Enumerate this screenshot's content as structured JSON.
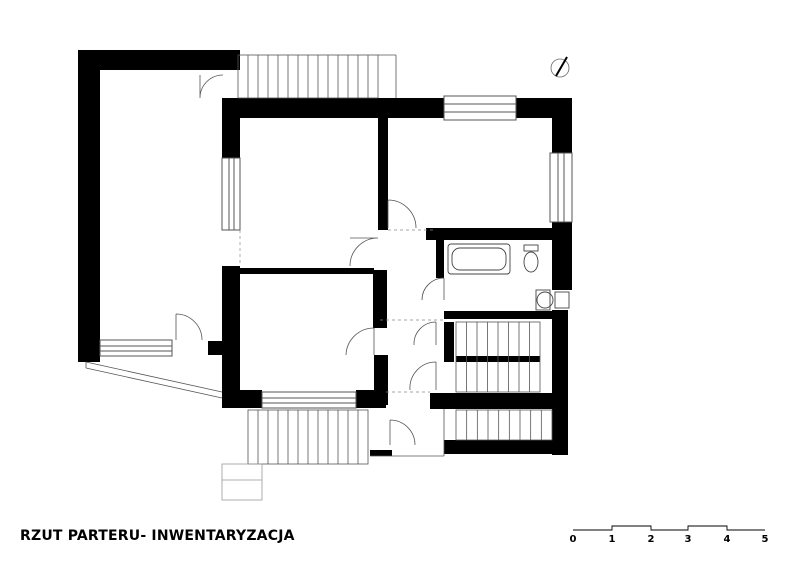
{
  "title": "RZUT PARTERU- INWENTARYZACJA",
  "scale_bar": {
    "labels": [
      "0",
      "1",
      "2",
      "3",
      "4",
      "5"
    ]
  },
  "north_arrow": {
    "icon": "north-arrow-icon"
  },
  "colors": {
    "wall": "#000000",
    "line": "#555555",
    "light": "#999999"
  }
}
